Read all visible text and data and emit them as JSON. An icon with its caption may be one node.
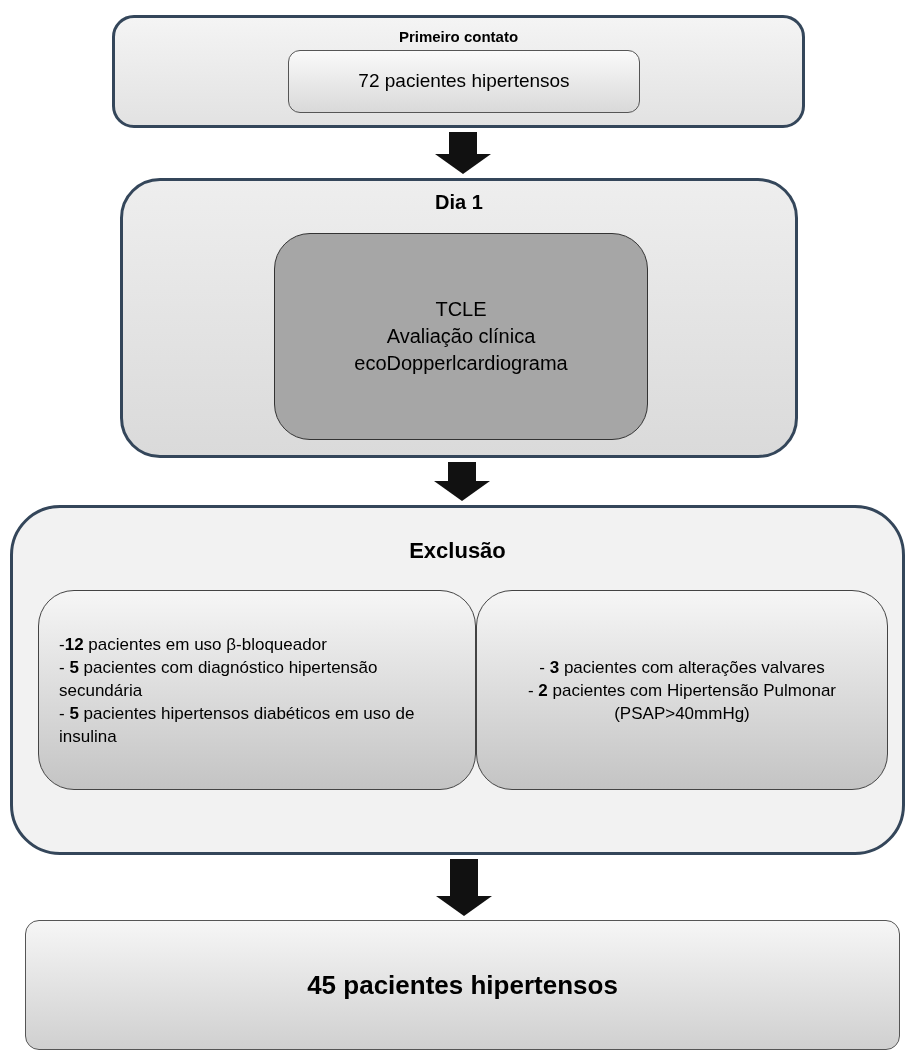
{
  "diagram": {
    "nodes": [
      {
        "text": [
          "Primeiro contato"
        ]
      },
      {
        "text": [
          "72 pacientes hipertensos"
        ],
        "in": 0
      },
      {
        "text": [
          "Dia 1"
        ]
      },
      {
        "text": [
          "TCLE",
          "Avaliação clínica",
          "ecoDopperlcardiograma"
        ],
        "in": 2
      },
      {
        "text": [
          "Exclusão"
        ]
      },
      {
        "text": [
          "-**12** pacientes em uso β-bloqueador",
          "- **5** pacientes com diagnóstico hipertensão secundária",
          "- **5** pacientes hipertensos diabéticos em uso de insulina"
        ],
        "in": 4
      },
      {
        "text": [
          "- **3** pacientes com alterações valvares",
          "- **2** pacientes com Hipertensão Pulmonar (PSAP>40mmHg)"
        ],
        "in": 4
      },
      {
        "text": [
          "45 pacientes hipertensos"
        ]
      }
    ],
    "edges": [
      {
        "from": 0,
        "to": 2,
        "arrow": "to"
      },
      {
        "from": 2,
        "to": 4,
        "arrow": "to"
      },
      {
        "from": 4,
        "to": 7,
        "arrow": "to"
      }
    ]
  }
}
